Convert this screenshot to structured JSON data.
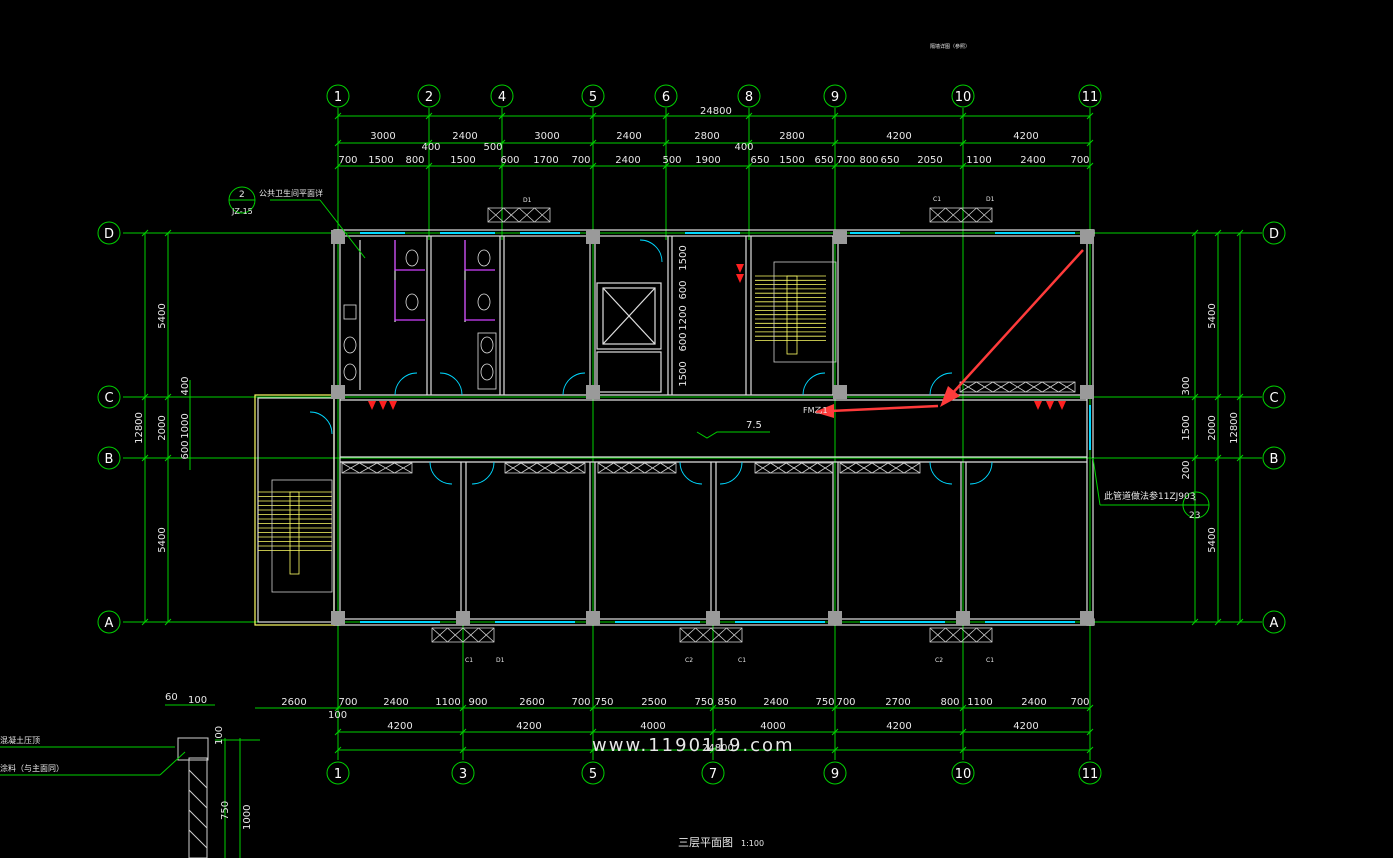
{
  "drawing": {
    "title": "三层平面图",
    "scale": "1:100",
    "watermark": "www.1190119.com",
    "top_small_note": "隔墙详图（参照）",
    "elevation_mark": "7.5"
  },
  "axes": {
    "top": [
      "1",
      "2",
      "4",
      "5",
      "6",
      "8",
      "9",
      "10",
      "11"
    ],
    "bottom": [
      "1",
      "3",
      "5",
      "7",
      "9",
      "10",
      "11"
    ],
    "rows": [
      "D",
      "C",
      "B",
      "A"
    ]
  },
  "dimensions": {
    "overall_top": "24800",
    "overall_bottom": "24800",
    "top_axis_spans": [
      "3000",
      "2400",
      "3000",
      "2400",
      "2800",
      "2800",
      "4200",
      "4200"
    ],
    "top_mid_small": [
      "400",
      "500",
      "400"
    ],
    "top_detail": [
      "700",
      "1500",
      "800",
      "1500",
      "600",
      "1700",
      "700",
      "2400",
      "500",
      "1900",
      "650",
      "1500",
      "650",
      "700",
      "800",
      "650",
      "2050",
      "1100",
      "2400",
      "700"
    ],
    "bottom_detail": [
      "2600",
      "700",
      "2400",
      "1100",
      "900",
      "2600",
      "700",
      "750",
      "2500",
      "750",
      "850",
      "2400",
      "750",
      "700",
      "2700",
      "800",
      "1100",
      "2400",
      "700"
    ],
    "bottom_axis_spans": [
      "4200",
      "4200",
      "4000",
      "4000",
      "4200",
      "4200"
    ],
    "bottom_small": "100",
    "left_total": "12800",
    "left_parts": [
      "5400",
      "2000",
      "5400"
    ],
    "left_small": [
      "400",
      "1000",
      "600"
    ],
    "right_total": "12800",
    "right_parts": [
      "5400",
      "2000",
      "5400"
    ],
    "right_small": [
      "300",
      "1500",
      "200"
    ],
    "stair_vertical": [
      "1500",
      "600",
      "1200",
      "600",
      "1500"
    ]
  },
  "callouts": {
    "left_detail_number": "2",
    "left_detail_sheet": "JZ-15",
    "left_detail_text": "公共卫生间平面详",
    "right_detail_text": "此管道做法参11ZJ903",
    "right_detail_number": "-",
    "right_detail_sheet": "23",
    "door_label": "FM乙1"
  },
  "window_tags": {
    "top_left": "D1",
    "top_right": [
      "C1",
      "D1"
    ],
    "bottom": [
      "C2",
      "C1",
      "C2",
      "C1",
      "C1",
      "D1"
    ]
  },
  "section_detail": {
    "dims": [
      "60",
      "100",
      "100",
      "750",
      "1000"
    ],
    "note1": "混凝土压顶",
    "note2": "涂料（与主面同）"
  },
  "colors": {
    "axis_green": "#00e600",
    "wall_white": "#e6e6e6",
    "window_cyan": "#00d8ff",
    "arrow_red": "#ff3b3b",
    "stair_yellow": "#ffff66",
    "toilet_magenta": "#cc33ff"
  }
}
